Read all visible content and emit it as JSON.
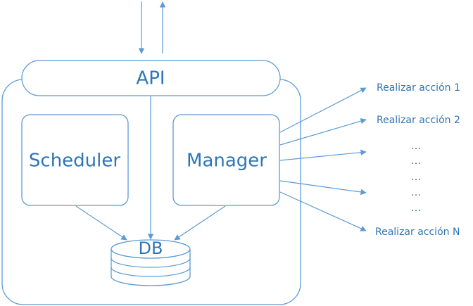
{
  "diagram": {
    "api_label": "API",
    "scheduler_label": "Scheduler",
    "manager_label": "Manager",
    "db_label": "DB",
    "actions": [
      "Realizar acción 1",
      "Realizar acción 2",
      "…",
      "…",
      "…",
      "…",
      "…",
      "Realizar acción N"
    ],
    "colors": {
      "stroke": "#5b9bd5",
      "text": "#2e75b6",
      "background": "#ffffff"
    }
  }
}
